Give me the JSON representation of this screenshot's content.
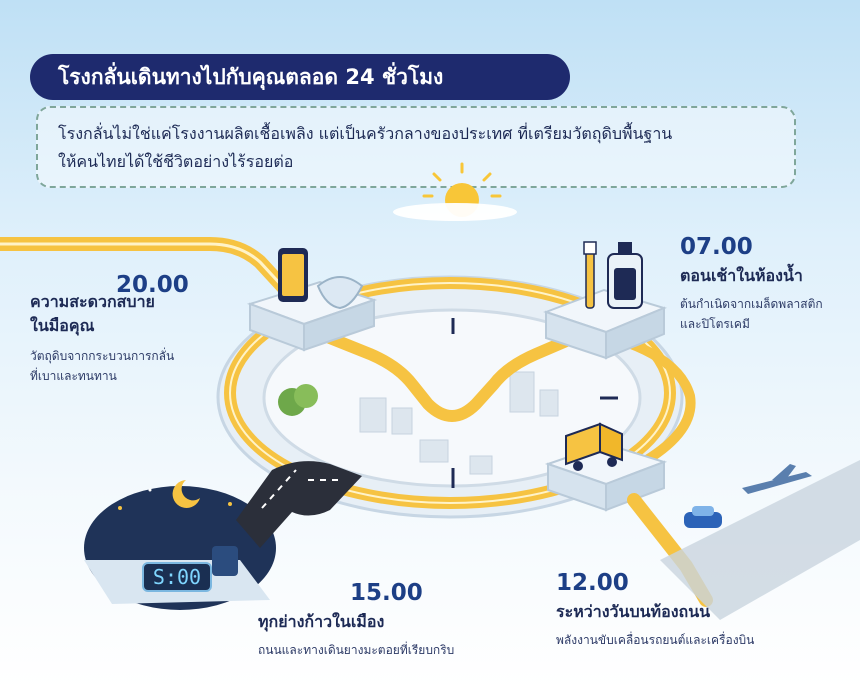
{
  "title": "โรงกลั่นเดินทางไปกับคุณตลอด 24 ชั่วโมง",
  "intro": {
    "line1": "โรงกลั่นไม่ใช่แค่โรงงานผลิตเชื้อเพลิง แต่เป็นครัวกลางของประเทศ ที่เตรียมวัตถุดิบพื้นฐาน",
    "line2": "ให้คนไทยได้ใช้ชีวิตอย่างไร้รอยต่อ"
  },
  "stops": {
    "evening": {
      "time": "20.00",
      "heading_1": "ความสะดวกสบาย",
      "heading_2": "ในมือคุณ",
      "desc_1": "วัตถุดิบจากกระบวนการกลั่น",
      "desc_2": "ที่เบาและทนทาน"
    },
    "morning": {
      "time": "07.00",
      "heading_1": "ตอนเช้าในห้องน้ำ",
      "desc_1": "ต้นกำเนิดจากเมล็ดพลาสติก",
      "desc_2": "และปิโตรเคมี"
    },
    "afternoon": {
      "time": "15.00",
      "heading_1": "ทุกย่างก้าวในเมือง",
      "desc_1": "ถนนและทางเดินยางมะตอยที่เรียบกริบ"
    },
    "noon": {
      "time": "12.00",
      "heading_1": "ระหว่างวันบนท้องถนน",
      "desc_1": "พลังงานขับเคลื่อนรถยนต์และเครื่องบิน"
    }
  },
  "clock_display": "S:00",
  "colors": {
    "navy": "#1e2a6e",
    "pipe_yellow": "#f6c342",
    "ring": "#dfeaf3",
    "text": "#1d2a55"
  },
  "icons": [
    "sun-icon",
    "smartphone-icon",
    "face-mask-icon",
    "toothbrush-icon",
    "lotion-bottle-icon",
    "truck-icon",
    "car-icon",
    "airplane-icon",
    "moon-icon",
    "tree-icon",
    "coffee-mug-icon",
    "alarm-clock-icon"
  ]
}
